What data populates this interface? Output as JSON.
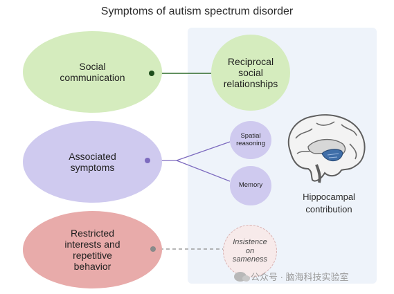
{
  "title": "Symptoms of autism spectrum disorder",
  "symptoms": {
    "social": "Social communication",
    "associated": "Associated symptoms",
    "restricted": "Restricted interests and repetitive behavior"
  },
  "contributions": {
    "reciprocal": "Reciprocal social relationships",
    "spatial": "Spatial reasoning",
    "memory": "Memory",
    "insistence": "Insistence on sameness"
  },
  "hippocampal_label": "Hippocampal contribution",
  "watermark": "公众号 · 脑海科技实验室",
  "colors": {
    "green": "#d5ecbe",
    "purple": "#cfcaef",
    "red": "#e8abaa",
    "green_line": "#2f6b2a",
    "purple_line": "#7d6bbf",
    "gray_line": "#8a8a8a",
    "hippocampus": "#3f6ea8"
  }
}
